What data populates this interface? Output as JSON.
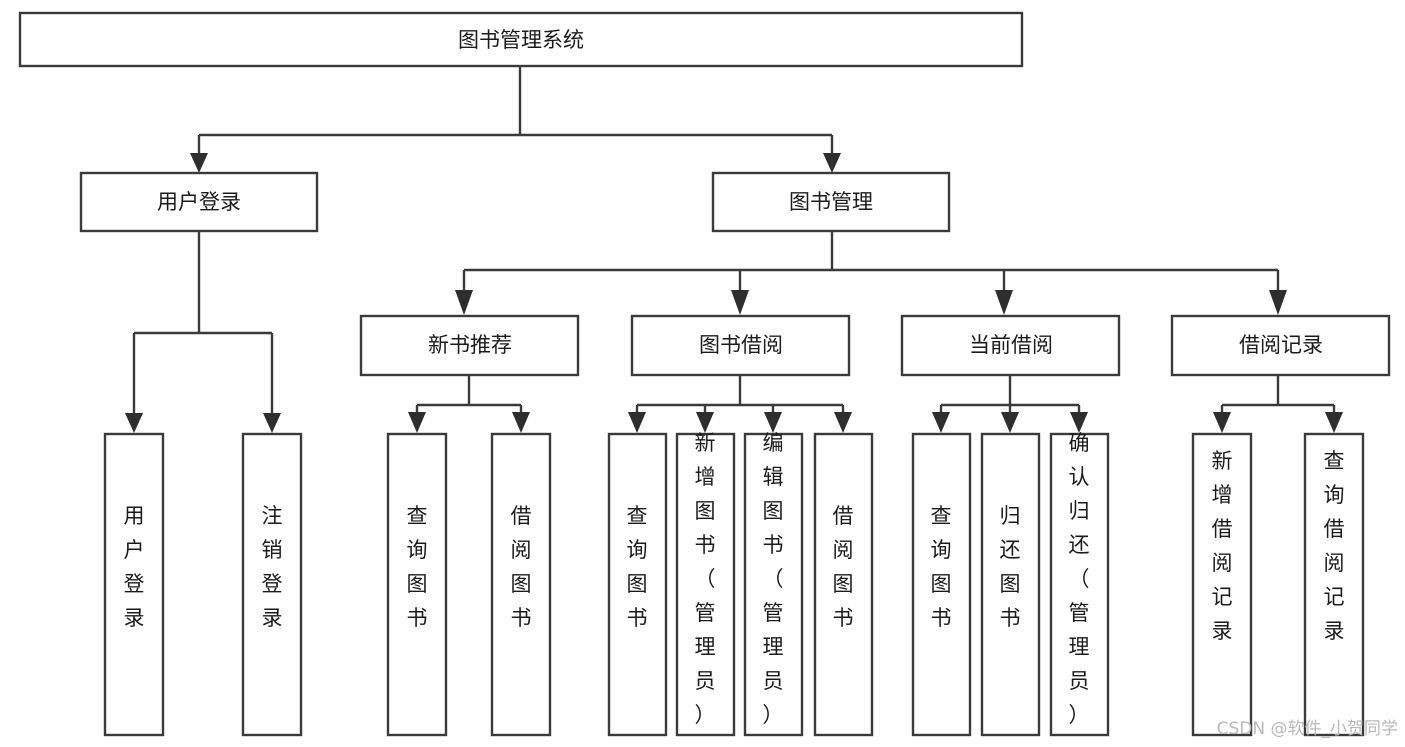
{
  "diagram": {
    "title": "图书管理系统",
    "type": "tree-hierarchy",
    "levels": 4,
    "root": {
      "id": "root",
      "label": "图书管理系统"
    },
    "level1": [
      {
        "id": "user-login",
        "label": "用户登录"
      },
      {
        "id": "book-manage",
        "label": "图书管理"
      }
    ],
    "level2": [
      {
        "id": "new-book-recommend",
        "label": "新书推荐",
        "parent": "book-manage"
      },
      {
        "id": "book-borrow",
        "label": "图书借阅",
        "parent": "book-manage"
      },
      {
        "id": "current-borrow",
        "label": "当前借阅",
        "parent": "book-manage"
      },
      {
        "id": "borrow-record",
        "label": "借阅记录",
        "parent": "book-manage"
      }
    ],
    "leaves": {
      "user-login": [
        {
          "id": "leaf-user-login",
          "label": "用户登录"
        },
        {
          "id": "leaf-user-logout",
          "label": "注销登录"
        }
      ],
      "new-book-recommend": [
        {
          "id": "leaf-query-book-1",
          "label": "查询图书"
        },
        {
          "id": "leaf-borrow-book-1",
          "label": "借阅图书"
        }
      ],
      "book-borrow": [
        {
          "id": "leaf-query-book-2",
          "label": "查询图书"
        },
        {
          "id": "leaf-add-book",
          "label": "新增图书（管理员）"
        },
        {
          "id": "leaf-edit-book",
          "label": "编辑图书（管理员）"
        },
        {
          "id": "leaf-borrow-book-2",
          "label": "借阅图书"
        }
      ],
      "current-borrow": [
        {
          "id": "leaf-query-book-3",
          "label": "查询图书"
        },
        {
          "id": "leaf-return-book",
          "label": "归还图书"
        },
        {
          "id": "leaf-confirm-return",
          "label": "确认归还（管理员）"
        }
      ],
      "borrow-record": [
        {
          "id": "leaf-add-record",
          "label": "新增借阅记录"
        },
        {
          "id": "leaf-query-record",
          "label": "查询借阅记录"
        }
      ]
    },
    "colors": {
      "box_stroke": "#3a3a3a",
      "box_fill": "#ffffff",
      "text": "#1b1b1b",
      "edge": "#3a3a3a",
      "watermark": "#b9b9b9",
      "background": "#ffffff"
    }
  },
  "watermark": {
    "text": "CSDN @软件_小贺同学"
  }
}
